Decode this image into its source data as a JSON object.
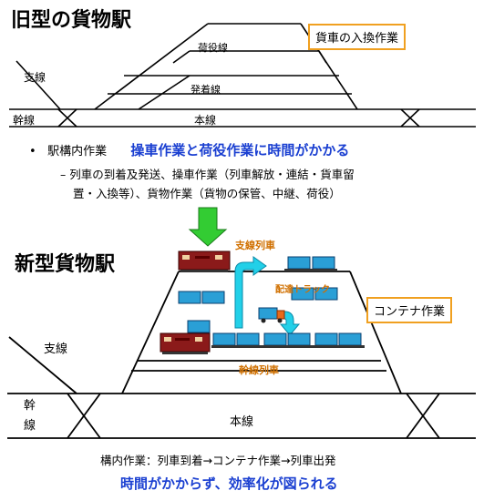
{
  "old_station": {
    "title": "旧型の貨物駅",
    "callout": "貨車の入換作業",
    "track_labels": {
      "cargo_line": "荷役線",
      "departure_line": "発着線",
      "branch_line": "支線",
      "trunk_line": "幹線",
      "main_line": "本線"
    }
  },
  "bullets": {
    "item1_lead": "駅構内作業",
    "item1_emphasis": "操車作業と荷役作業に時間がかかる",
    "item1_sub_line1": "– 列車の到着及発送、操車作業（列車解放・連結・貨車留",
    "item1_sub_line2": "置・入換等）、貨物作業（貨物の保管、中継、荷役）"
  },
  "new_station": {
    "title": "新型貨物駅",
    "callout": "コンテナ作業",
    "labels": {
      "branch_train": "支線列車",
      "delivery_truck": "配達トラック",
      "trunk_train": "幹線列車",
      "branch_line": "支線",
      "trunk_line_1": "幹",
      "trunk_line_2": "線",
      "main_line": "本線"
    }
  },
  "footer": {
    "flow": "構内作業：列車到着→コンテナ作業→列車出発",
    "conclusion": "時間がかからず、効率化が図られる"
  },
  "colors": {
    "emphasis_blue": "#1a3fd1",
    "callout_orange": "#f0a020",
    "arrow_green": "#33cc33",
    "arrow_cyan": "#22d0e8",
    "container_blue": "#2a9fd6",
    "locomotive_brown": "#8b1a1a"
  }
}
